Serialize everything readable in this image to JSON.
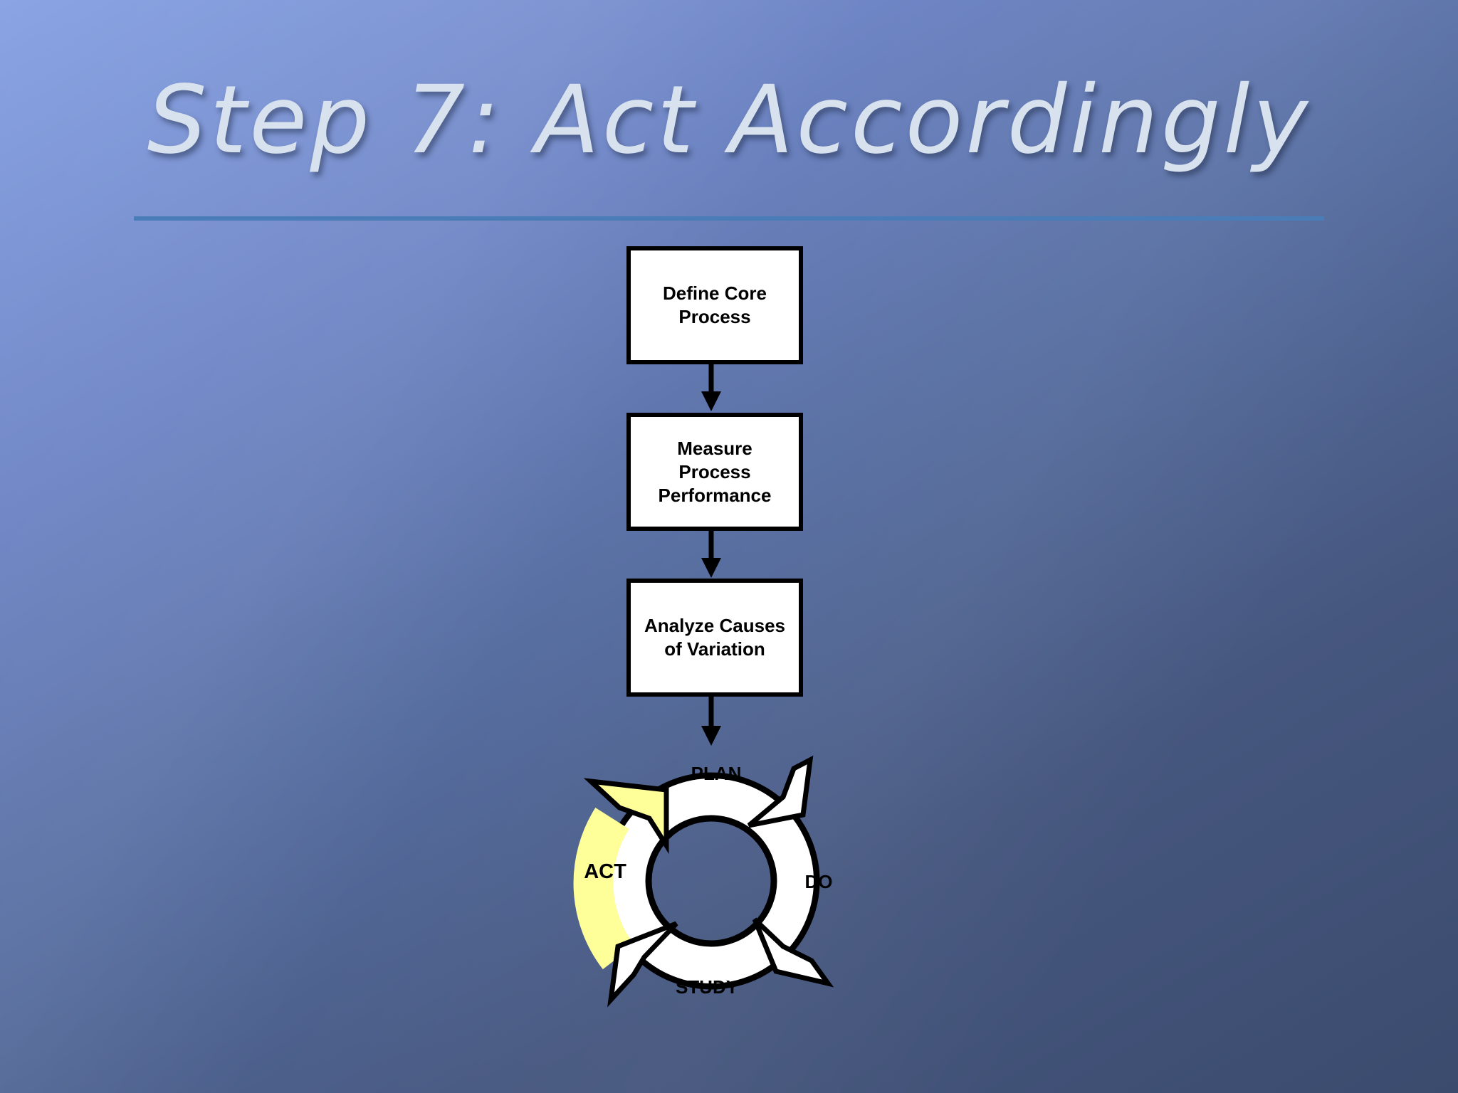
{
  "slide": {
    "title": "Step 7: Act Accordingly"
  },
  "flow": {
    "boxes": [
      {
        "label": "Define Core\nProcess"
      },
      {
        "label": "Measure\nProcess\nPerformance"
      },
      {
        "label": "Analyze Causes\nof Variation"
      }
    ]
  },
  "cycle": {
    "segments": [
      {
        "label": "PLAN"
      },
      {
        "label": "DO"
      },
      {
        "label": "STUDY"
      },
      {
        "label": "ACT"
      }
    ],
    "highlight_color": "#ffff99",
    "highlight_segment": "ACT"
  }
}
